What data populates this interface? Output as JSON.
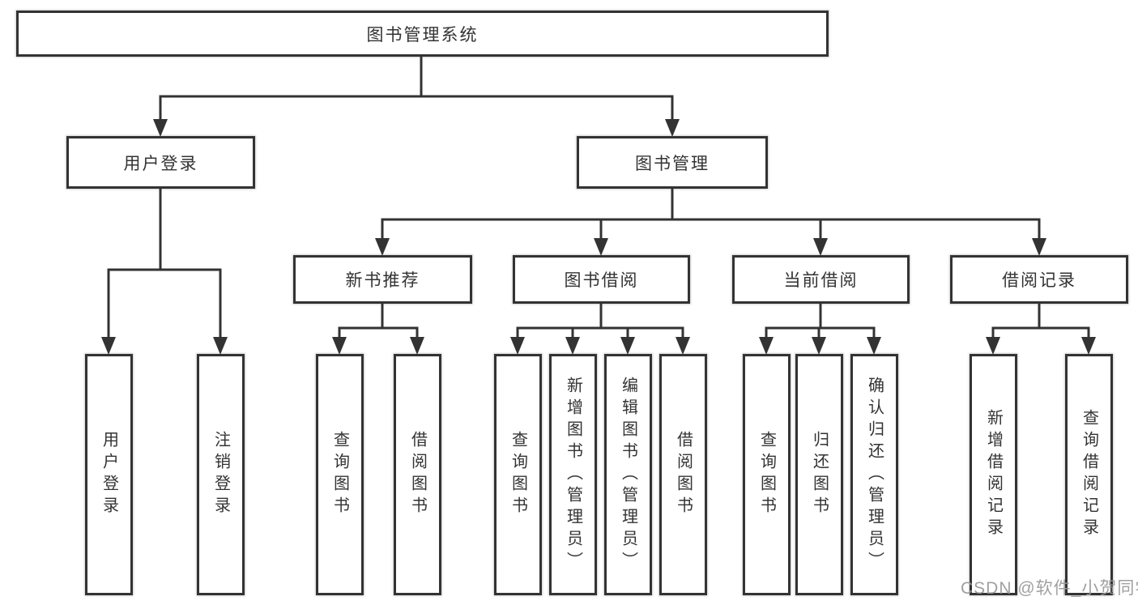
{
  "tree": {
    "label": "图书管理系统",
    "children": [
      {
        "label": "用户登录",
        "children": [
          {
            "label": "用户登录"
          },
          {
            "label": "注销登录"
          }
        ]
      },
      {
        "label": "图书管理",
        "children": [
          {
            "label": "新书推荐",
            "children": [
              {
                "label": "查询图书"
              },
              {
                "label": "借阅图书"
              }
            ]
          },
          {
            "label": "图书借阅",
            "children": [
              {
                "label": "查询图书"
              },
              {
                "label": "新增图书（管理员）"
              },
              {
                "label": "编辑图书（管理员）"
              },
              {
                "label": "借阅图书"
              }
            ]
          },
          {
            "label": "当前借阅",
            "children": [
              {
                "label": "查询图书"
              },
              {
                "label": "归还图书"
              },
              {
                "label": "确认归还（管理员）"
              }
            ]
          },
          {
            "label": "借阅记录",
            "children": [
              {
                "label": "新增借阅记录"
              },
              {
                "label": "查询借阅记录"
              }
            ]
          }
        ]
      }
    ]
  },
  "watermark": {
    "text": "CSDN @软件_小贺同学"
  },
  "colors": {
    "line": "#333333",
    "text": "#333333",
    "box_background": "#ffffff",
    "watermark": "#989898"
  }
}
